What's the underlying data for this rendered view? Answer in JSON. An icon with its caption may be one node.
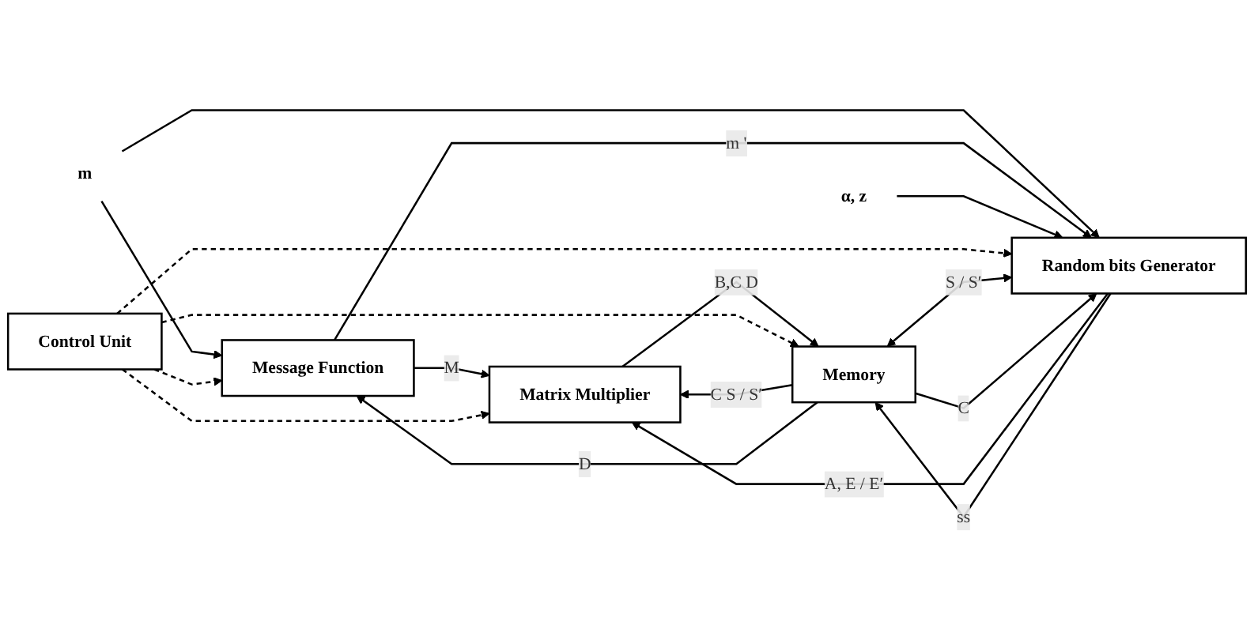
{
  "diagram": {
    "nodes": [
      {
        "text": [
          "m"
        ]
      },
      {
        "text": [
          "Message Function"
        ]
      },
      {
        "text": [
          "Matrix Multiplier"
        ]
      },
      {
        "text": [
          "Control Unit"
        ]
      },
      {
        "text": [
          "Memory"
        ]
      },
      {
        "text": [
          "Random bits Generator"
        ]
      },
      {
        "text": [
          "α, z"
        ]
      }
    ],
    "edges": [
      {
        "from": 0,
        "to": 1,
        "arrow": "to"
      },
      {
        "from": 0,
        "to": 5,
        "arrow": "to"
      },
      {
        "from": 1,
        "to": 2,
        "label": "M",
        "arrow": "to"
      },
      {
        "from": 1,
        "to": 5,
        "label": "m '",
        "arrow": "to"
      },
      {
        "from": 5,
        "to": 2,
        "label": "A, E / E′",
        "arrow": "to"
      },
      {
        "from": 6,
        "to": 5,
        "arrow": "to"
      },
      {
        "from": 2,
        "to": 4,
        "label": "B,C D",
        "arrow": "to"
      },
      {
        "from": 4,
        "to": 2,
        "label": "C S / S′",
        "arrow": "to"
      },
      {
        "from": 4,
        "to": 1,
        "label": "D",
        "arrow": "to"
      },
      {
        "from": 3,
        "to": 1,
        "arrow": "to",
        "style": "dashed"
      },
      {
        "from": 3,
        "to": 2,
        "arrow": "to",
        "style": "dashed"
      },
      {
        "from": 3,
        "to": 5,
        "arrow": "to",
        "style": "dashed"
      },
      {
        "from": 3,
        "to": 4,
        "arrow": "to",
        "style": "dashed"
      },
      {
        "from": 4,
        "to": 5,
        "label": "S / S′",
        "arrow": "both"
      },
      {
        "from": 5,
        "to": 4,
        "label": "ss",
        "arrow": "to"
      },
      {
        "from": 4,
        "to": 5,
        "label": "C",
        "arrow": "to"
      }
    ]
  }
}
